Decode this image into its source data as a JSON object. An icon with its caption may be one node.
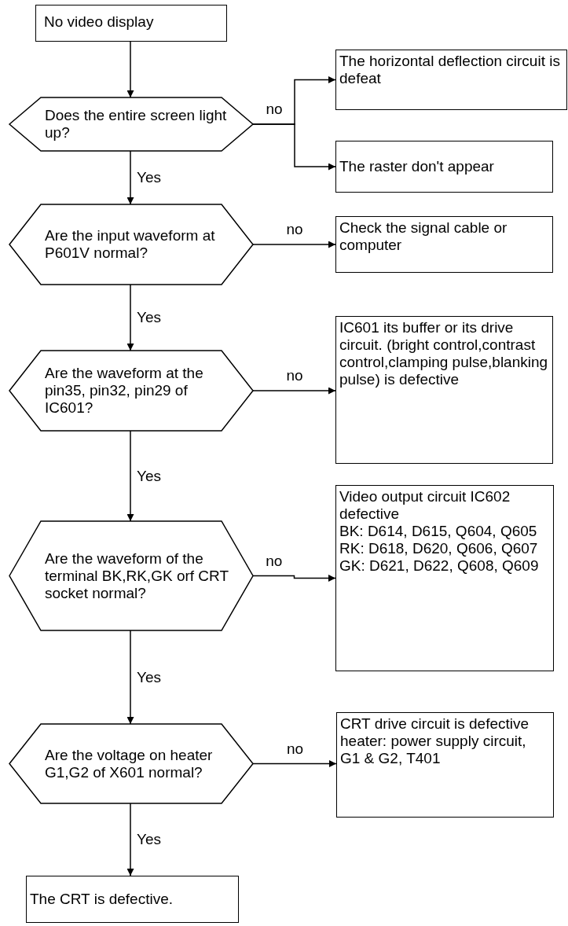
{
  "diagram": {
    "nodes": [
      {
        "text": [
          "No video display"
        ]
      },
      {
        "text": [
          "Does the entire screen light up?"
        ]
      },
      {
        "text": [
          "The horizontal deflection circuit is defeat"
        ]
      },
      {
        "text": [
          "The raster don't appear"
        ]
      },
      {
        "text": [
          "Are the input waveform at P601V normal?"
        ]
      },
      {
        "text": [
          "Check the signal cable or computer"
        ]
      },
      {
        "text": [
          "Are the waveform at the pin35, pin32, pin29 of IC601?"
        ]
      },
      {
        "text": [
          "IC601 its buffer or its drive circuit. (bright control,contrast control,clamping pulse,blanking pulse) is defective"
        ]
      },
      {
        "text": [
          "Are the waveform of the terminal BK,RK,GK orf CRT socket normal?"
        ]
      },
      {
        "text": [
          "Video output circuit IC602 defective",
          "BK: D614, D615, Q604, Q605",
          "RK: D618, D620, Q606, Q607",
          "GK: D621, D622, Q608, Q609"
        ]
      },
      {
        "text": [
          "Are the voltage on heater G1,G2 of X601 normal?"
        ]
      },
      {
        "text": [
          "CRT drive circuit is defective heater: power supply circuit, G1 & G2, T401"
        ]
      },
      {
        "text": [
          "The CRT is defective."
        ]
      }
    ],
    "edges": [
      {
        "from": 0,
        "to": 1,
        "arrow": "to"
      },
      {
        "from": 1,
        "to": 2,
        "arrow": "to",
        "label": "no"
      },
      {
        "from": 1,
        "to": 3,
        "arrow": "to"
      },
      {
        "from": 1,
        "to": 4,
        "arrow": "to",
        "label": "Yes"
      },
      {
        "from": 4,
        "to": 5,
        "arrow": "to",
        "label": "no"
      },
      {
        "from": 4,
        "to": 6,
        "arrow": "to",
        "label": "Yes"
      },
      {
        "from": 6,
        "to": 7,
        "arrow": "to",
        "label": "no"
      },
      {
        "from": 6,
        "to": 8,
        "arrow": "to",
        "label": "Yes"
      },
      {
        "from": 8,
        "to": 9,
        "arrow": "to",
        "label": "no"
      },
      {
        "from": 8,
        "to": 10,
        "arrow": "to",
        "label": "Yes"
      },
      {
        "from": 10,
        "to": 11,
        "arrow": "to",
        "label": "no"
      },
      {
        "from": 10,
        "to": 12,
        "arrow": "to",
        "label": "Yes"
      }
    ]
  }
}
